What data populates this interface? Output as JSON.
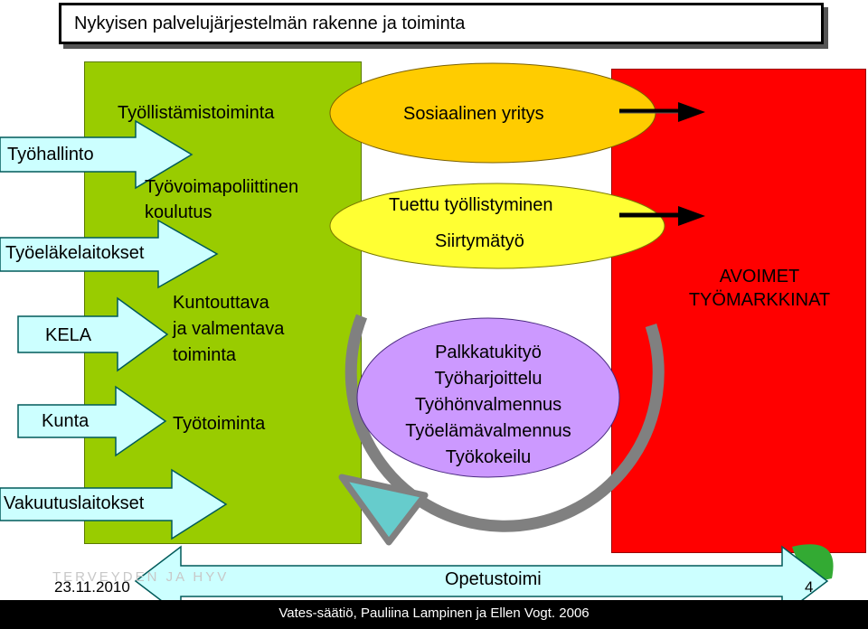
{
  "title": "Nykyisen palvelujärjestelmän rakenne ja toiminta",
  "left_labels": {
    "tyohallinto": "Työhallinto",
    "tyoelakelaitokset": "Työeläkelaitokset",
    "kela": "KELA",
    "kunta": "Kunta",
    "vakuutuslaitokset": "Vakuutuslaitokset"
  },
  "green_panel": {
    "heading": "Työllistämistoiminta",
    "training_line1": "Työvoimapoliittinen",
    "training_line2": "koulutus",
    "rehab_line1": "Kuntouttava",
    "rehab_line2": "ja valmentava",
    "rehab_line3": "toiminta",
    "workshop": "Työtoiminta"
  },
  "middle": {
    "social_enterprise": "Sosiaalinen yritys",
    "supported_employment": "Tuettu työllistyminen",
    "transitional_work": "Siirtymätyö",
    "purple_items": [
      "Palkkatukityö",
      "Työharjoittelu",
      "Työhönvalmennus",
      "Työelämävalmennus",
      "Työkokeilu"
    ]
  },
  "right_panel": {
    "line1": "AVOIMET",
    "line2": "TYÖMARKKINAT"
  },
  "bottom": {
    "education": "Opetustoimi",
    "date": "23.11.2010",
    "page_number": "4",
    "watermark": "TERVEYDEN JA HYV",
    "footer": "Vates-säätiö, Pauliina Lampinen ja Ellen Vogt. 2006"
  },
  "colors": {
    "green_panel": "#99cc00",
    "red_panel": "#ff0000",
    "yellow_ellipse": "#ffff33",
    "orange_ellipse": "#ffcc00",
    "purple_ellipse": "#cc99ff",
    "cyan_arrow": "#66ffff",
    "cycle_arrow": "#808080"
  }
}
